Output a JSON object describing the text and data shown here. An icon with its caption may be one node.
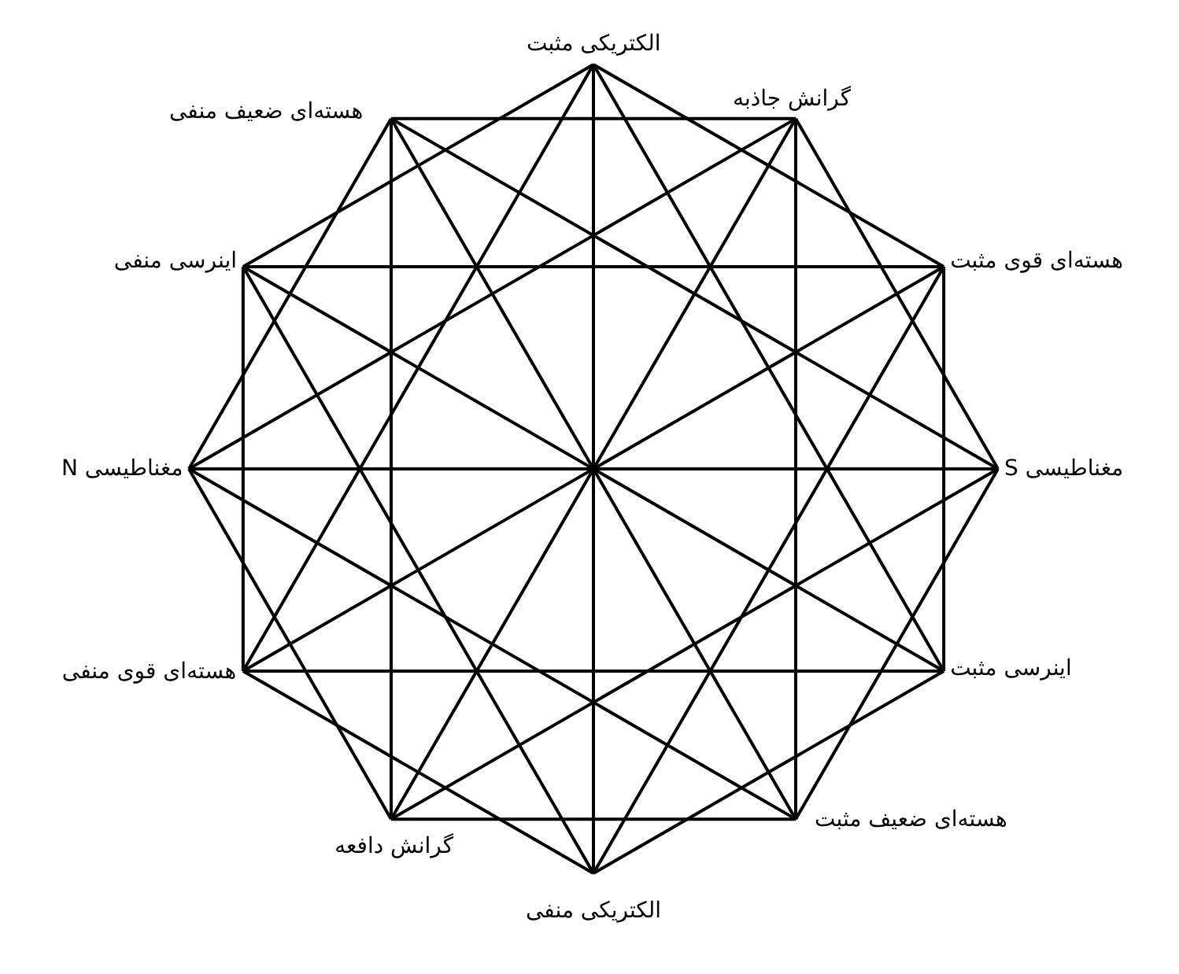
{
  "diagram": {
    "nodes": [
      {
        "text": [
          "الکتریکی مثبت"
        ]
      },
      {
        "text": [
          "گرانش جاذبه"
        ]
      },
      {
        "text": [
          "هسته‌ای قوی مثبت"
        ]
      },
      {
        "text": [
          "مغناطیسی S"
        ]
      },
      {
        "text": [
          "اینرسی مثبت"
        ]
      },
      {
        "text": [
          "هسته‌ای ضعیف مثبت"
        ]
      },
      {
        "text": [
          "الکتریکی منفی"
        ]
      },
      {
        "text": [
          "گرانش دافعه"
        ]
      },
      {
        "text": [
          "هسته‌ای قوی منفی"
        ]
      },
      {
        "text": [
          "مغناطیسی N"
        ]
      },
      {
        "text": [
          "اینرسی منفی"
        ]
      },
      {
        "text": [
          "هسته‌ای ضعیف منفی"
        ]
      }
    ],
    "edges": [
      {
        "from": 0,
        "to": 2,
        "arrow": "none"
      },
      {
        "from": 0,
        "to": 4,
        "arrow": "none"
      },
      {
        "from": 0,
        "to": 6,
        "arrow": "none"
      },
      {
        "from": 0,
        "to": 8,
        "arrow": "none"
      },
      {
        "from": 0,
        "to": 10,
        "arrow": "none"
      },
      {
        "from": 2,
        "to": 4,
        "arrow": "none"
      },
      {
        "from": 2,
        "to": 6,
        "arrow": "none"
      },
      {
        "from": 2,
        "to": 8,
        "arrow": "none"
      },
      {
        "from": 2,
        "to": 10,
        "arrow": "none"
      },
      {
        "from": 4,
        "to": 6,
        "arrow": "none"
      },
      {
        "from": 4,
        "to": 8,
        "arrow": "none"
      },
      {
        "from": 4,
        "to": 10,
        "arrow": "none"
      },
      {
        "from": 6,
        "to": 8,
        "arrow": "none"
      },
      {
        "from": 6,
        "to": 10,
        "arrow": "none"
      },
      {
        "from": 8,
        "to": 10,
        "arrow": "none"
      },
      {
        "from": 1,
        "to": 3,
        "arrow": "none"
      },
      {
        "from": 1,
        "to": 5,
        "arrow": "none"
      },
      {
        "from": 1,
        "to": 7,
        "arrow": "none"
      },
      {
        "from": 1,
        "to": 9,
        "arrow": "none"
      },
      {
        "from": 1,
        "to": 11,
        "arrow": "none"
      },
      {
        "from": 3,
        "to": 5,
        "arrow": "none"
      },
      {
        "from": 3,
        "to": 7,
        "arrow": "none"
      },
      {
        "from": 3,
        "to": 9,
        "arrow": "none"
      },
      {
        "from": 3,
        "to": 11,
        "arrow": "none"
      },
      {
        "from": 5,
        "to": 7,
        "arrow": "none"
      },
      {
        "from": 5,
        "to": 9,
        "arrow": "none"
      },
      {
        "from": 5,
        "to": 11,
        "arrow": "none"
      },
      {
        "from": 7,
        "to": 9,
        "arrow": "none"
      },
      {
        "from": 7,
        "to": 11,
        "arrow": "none"
      },
      {
        "from": 9,
        "to": 11,
        "arrow": "none"
      }
    ]
  }
}
